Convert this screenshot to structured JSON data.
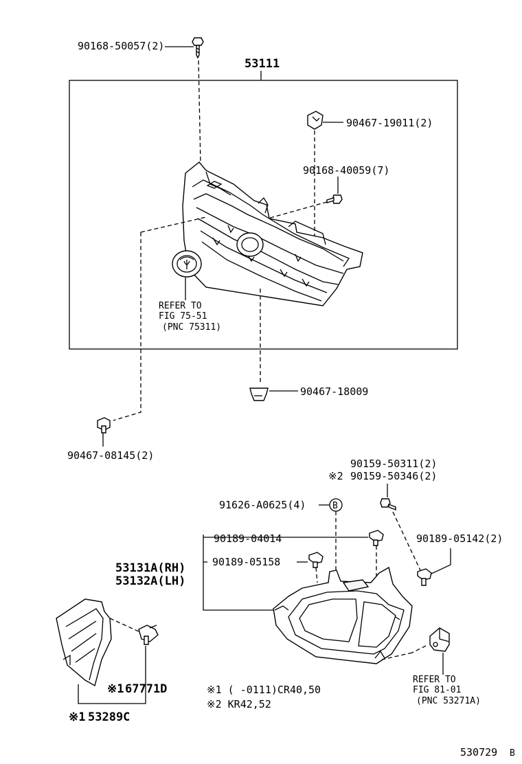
{
  "labels": {
    "grille": "53111",
    "screw_top": "90168-50057(2)",
    "clip_upper_right": "90467-19011(2)",
    "screw_grille": "90168-40059(7)",
    "refer_emblem_1": "REFER TO",
    "refer_emblem_2": "FIG 75-51",
    "refer_emblem_3": "(PNC 75311)",
    "clip_bottom_center": "90467-18009",
    "clip_left": "90467-08145(2)",
    "bolt_a": "90159-50311(2)",
    "bolt_b_mark": "※2",
    "bolt_b": "90159-50346(2)",
    "nut_b": "91626-A0625(4)",
    "nut_b_circle": "B",
    "screw_04014": "90189-04014",
    "screw_05142": "90189-05142(2)",
    "screw_05158": "90189-05158",
    "bracket_rh": "53131A(RH)",
    "bracket_lh": "53132A(LH)",
    "refer_lamp_1": "REFER TO",
    "refer_lamp_2": "FIG 81-01",
    "refer_lamp_3": "(PNC 53271A)",
    "seal_mark": "※1",
    "seal": "53289C",
    "clip_67771_mark": "※1",
    "clip_67771": "67771D",
    "note1": "※1 (    -0111)CR40,50",
    "note2": "※2 KR42,52",
    "fig_number": "530729",
    "fig_suffix": "B"
  }
}
